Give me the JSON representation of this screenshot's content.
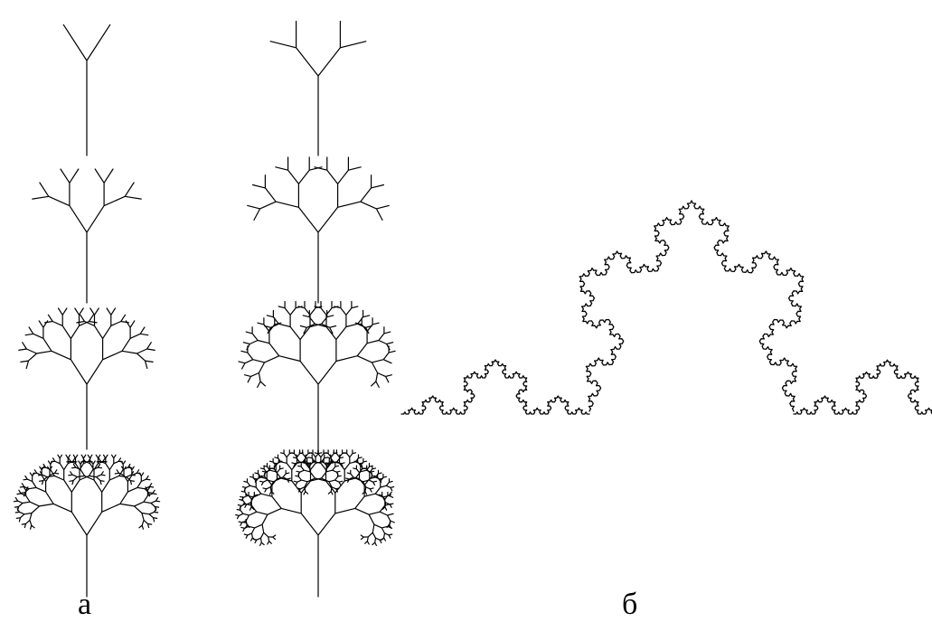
{
  "figure": {
    "captions": {
      "left": "а",
      "right": "б"
    }
  },
  "panel_a": {
    "description_type": "fractal-trees",
    "columns": 2,
    "stages_per_column": 4,
    "branch_angles_deg": [
      30,
      40
    ],
    "line_color": "#000000"
  },
  "panel_b": {
    "description_type": "koch-curve-composition",
    "iterations": 4,
    "line_color": "#000000"
  }
}
